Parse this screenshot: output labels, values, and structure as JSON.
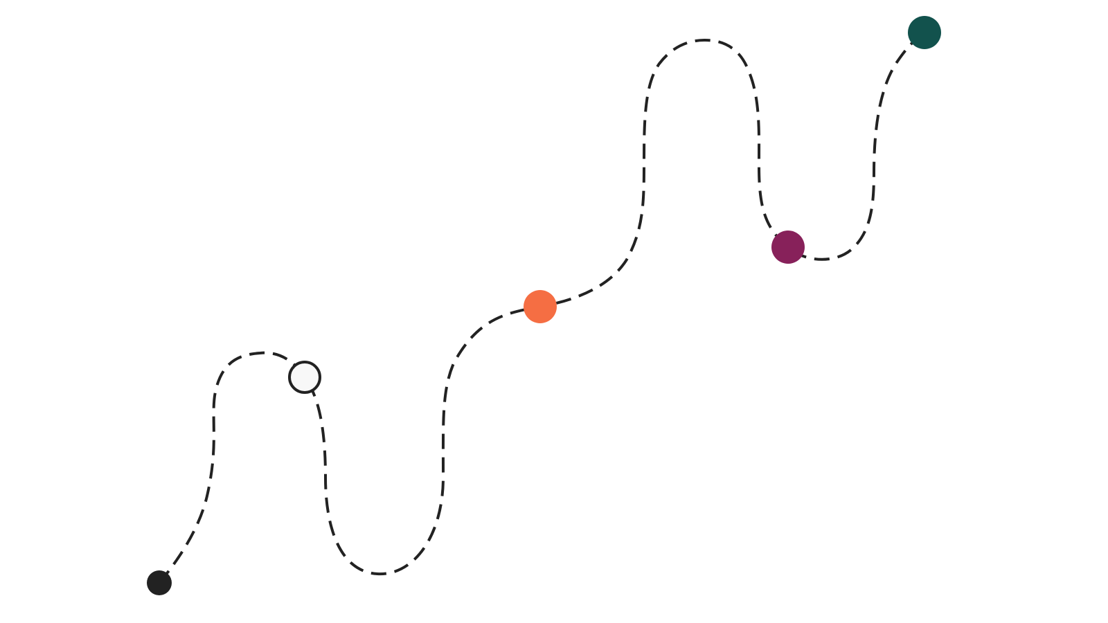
{
  "background": "#ffffff",
  "path": {
    "style": "dashed",
    "color": "#222222"
  },
  "nodes": [
    {
      "id": "start",
      "color": "#222222",
      "hollow": false
    },
    {
      "id": "second",
      "color": "#f8f8f8",
      "hollow": true,
      "outline": "#222222"
    },
    {
      "id": "third",
      "color": "#f56e43",
      "hollow": false
    },
    {
      "id": "fourth",
      "color": "#87215a",
      "hollow": false
    },
    {
      "id": "end",
      "color": "#12524d",
      "hollow": false
    }
  ]
}
